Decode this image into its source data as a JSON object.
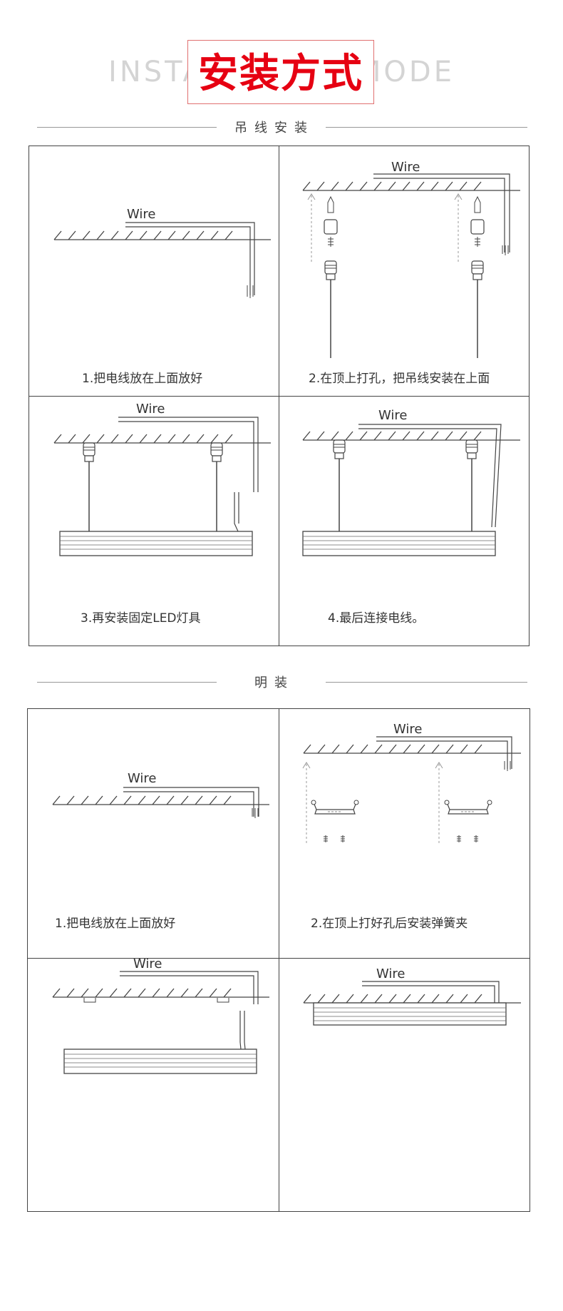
{
  "header": {
    "bg_title": "INSTALLATION MODE",
    "title": "安装方式"
  },
  "sections": [
    {
      "title": "吊线安装",
      "captions": [
        "1.把电线放在上面放好",
        "2.在顶上打孔，把吊线安装在上面",
        "3.再安装固定LED灯具",
        "4.最后连接电线。"
      ]
    },
    {
      "title": "明装",
      "captions": [
        "1.把电线放在上面放好",
        "2.在顶上打好孔后安装弹簧夹",
        "",
        ""
      ]
    }
  ],
  "wire_label": "Wire",
  "colors": {
    "accent": "#e60012",
    "line": "#444444"
  }
}
